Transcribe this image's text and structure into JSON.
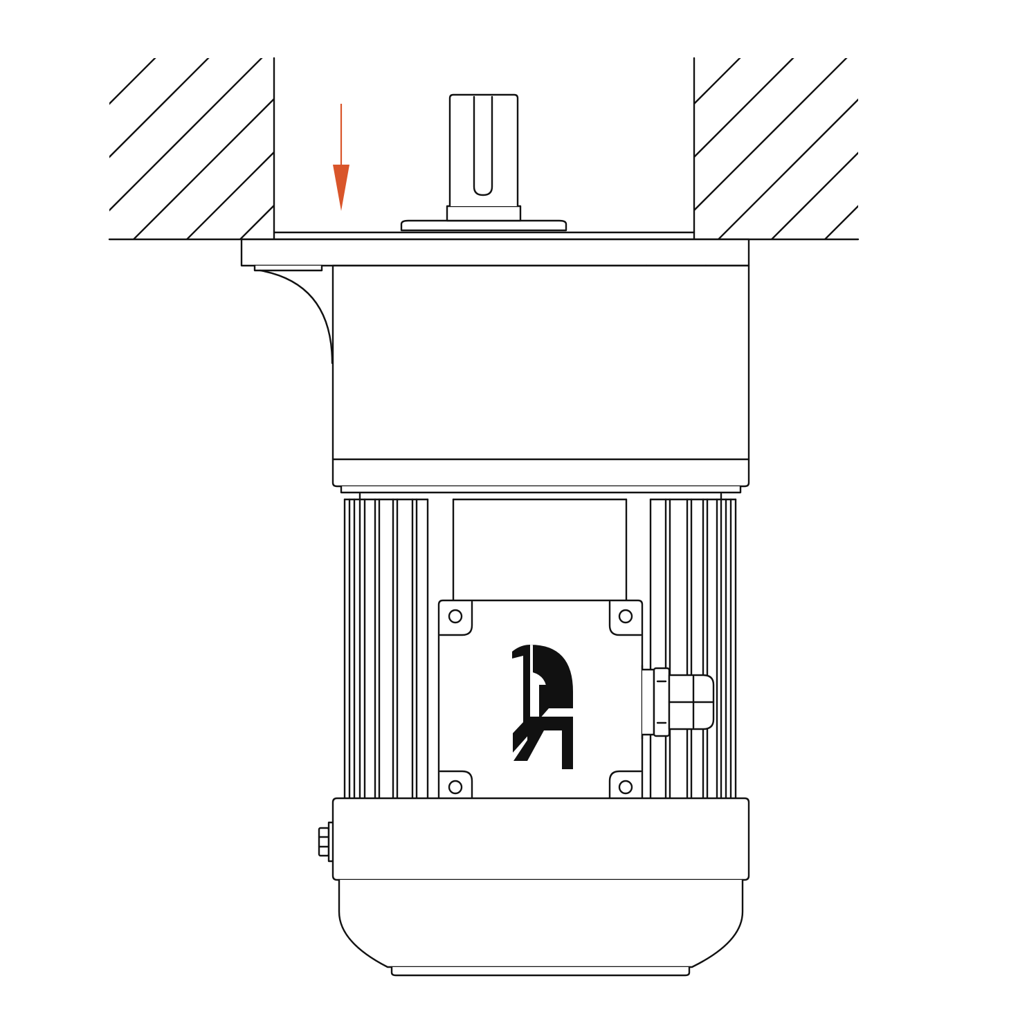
{
  "diagram": {
    "line_color": "#111111",
    "background": "#ffffff",
    "arrow_color": "#d9552a",
    "arrow_direction": "down",
    "logo_text": "ZD",
    "components": [
      "mounting-surface",
      "output-shaft",
      "mounting-flange",
      "gearbox-housing",
      "cooling-fins",
      "terminal-box",
      "cable-gland",
      "fan-cover"
    ]
  }
}
